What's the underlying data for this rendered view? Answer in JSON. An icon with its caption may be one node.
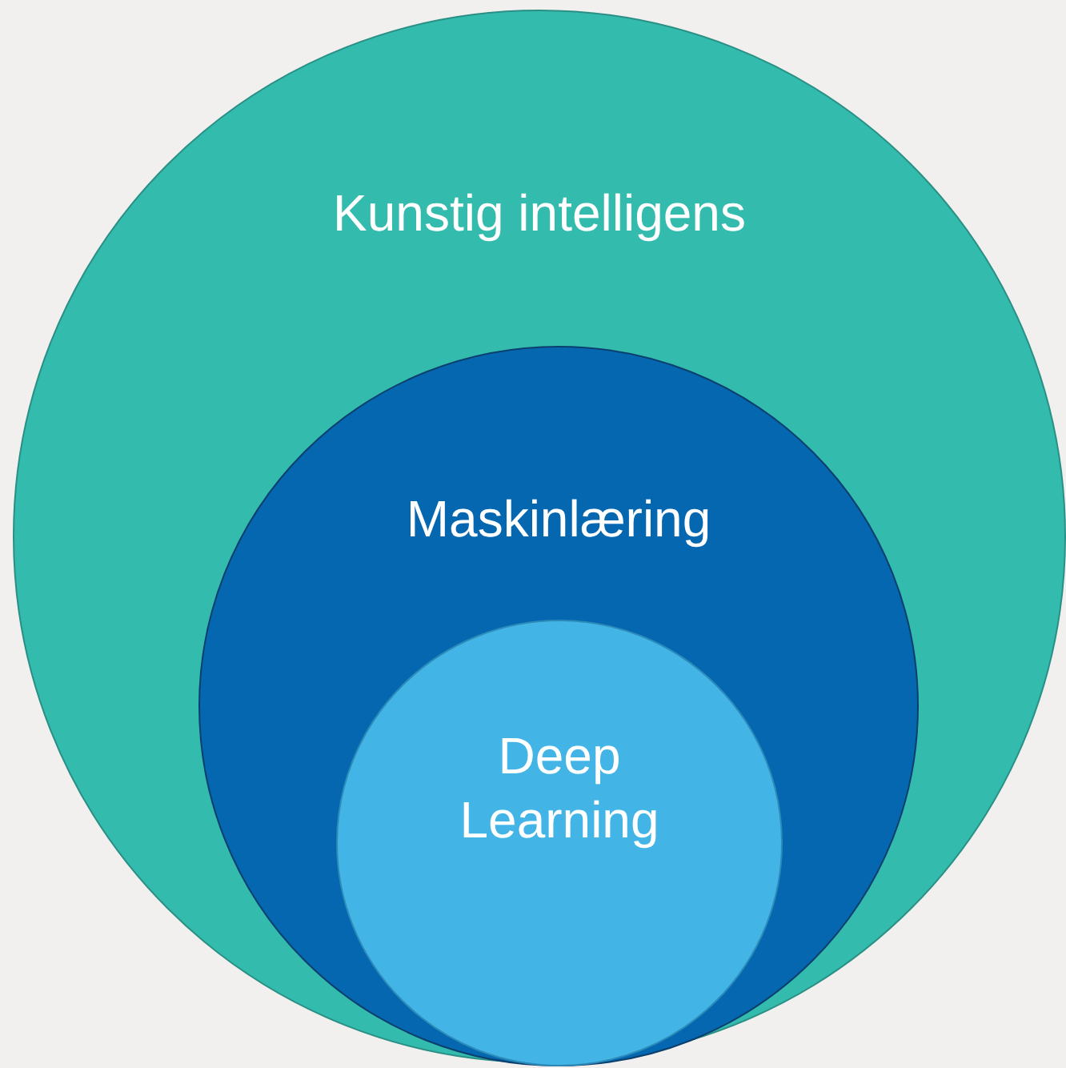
{
  "diagram": {
    "nodes": [
      {
        "text": [
          "Kunstig intelligens"
        ]
      },
      {
        "text": [
          "Maskinlæring"
        ],
        "in": 0
      },
      {
        "text": [
          "Deep Learning"
        ],
        "in": 1
      }
    ]
  }
}
